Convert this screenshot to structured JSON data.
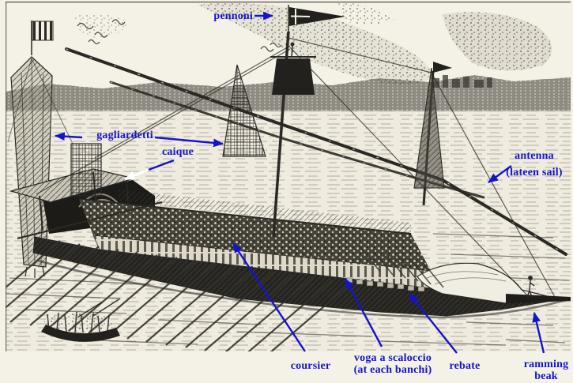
{
  "figure": {
    "type": "annotated-engraving",
    "subject": "Renaissance war galley engraving with labeled rigging and hull parts",
    "colors": {
      "paper": "#f4f1e6",
      "ink": "#2b2925",
      "label_blue": "#1414cc",
      "caique_arrow_white": "#ffffff"
    },
    "labels": {
      "pennoni": "pennoni",
      "gagliardetti": "gagliardetti",
      "caique": "caique",
      "antenna_line1": "antenna",
      "antenna_line2": "(lateen sail)",
      "coursier": "coursier",
      "voga_line1": "voga a scaloccio",
      "voga_line2": "(at each banchi)",
      "rebate": "rebate",
      "ramming_line1": "ramming",
      "ramming_line2": "beak"
    }
  }
}
